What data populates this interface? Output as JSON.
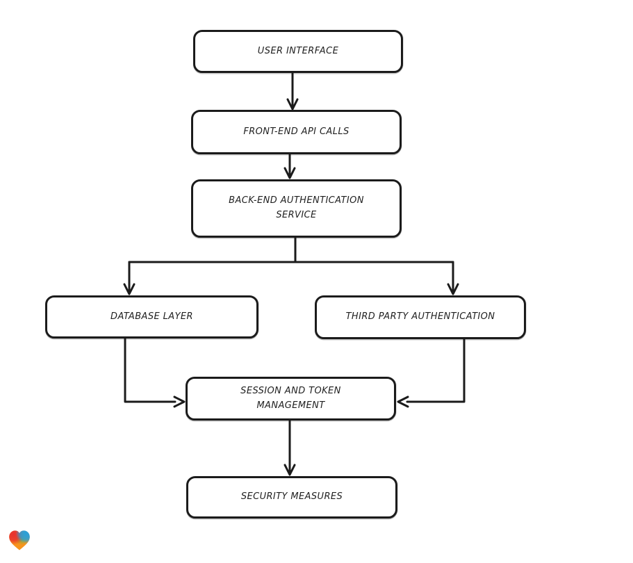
{
  "diagram": {
    "type": "flowchart",
    "direction": "top-down",
    "background": "#ffffff",
    "stroke_color": "#1b1b1b",
    "node_fill": "#ffffff",
    "nodes": [
      {
        "id": "user-interface",
        "label": "USER INTERFACE"
      },
      {
        "id": "front-end-api-calls",
        "label": "FRONT-END API CALLS"
      },
      {
        "id": "back-end-authentication-service",
        "label": "BACK-END AUTHENTICATION SERVICE"
      },
      {
        "id": "database-layer",
        "label": "DATABASE LAYER"
      },
      {
        "id": "third-party-authentication",
        "label": "THIRD PARTY AUTHENTICATION"
      },
      {
        "id": "session-and-token-management",
        "label": "SESSION AND TOKEN MANAGEMENT"
      },
      {
        "id": "security-measures",
        "label": "SECURITY MEASURES"
      }
    ],
    "edges": [
      {
        "from": "user-interface",
        "to": "front-end-api-calls"
      },
      {
        "from": "front-end-api-calls",
        "to": "back-end-authentication-service"
      },
      {
        "from": "back-end-authentication-service",
        "to": "database-layer"
      },
      {
        "from": "back-end-authentication-service",
        "to": "third-party-authentication"
      },
      {
        "from": "database-layer",
        "to": "session-and-token-management"
      },
      {
        "from": "third-party-authentication",
        "to": "session-and-token-management"
      },
      {
        "from": "session-and-token-management",
        "to": "security-measures"
      }
    ]
  },
  "logo": {
    "name": "eraser-heart-logo",
    "colors": {
      "red": "#e8312e",
      "orange": "#f7941d",
      "green": "#5cb947",
      "blue": "#2a9fd8"
    }
  }
}
